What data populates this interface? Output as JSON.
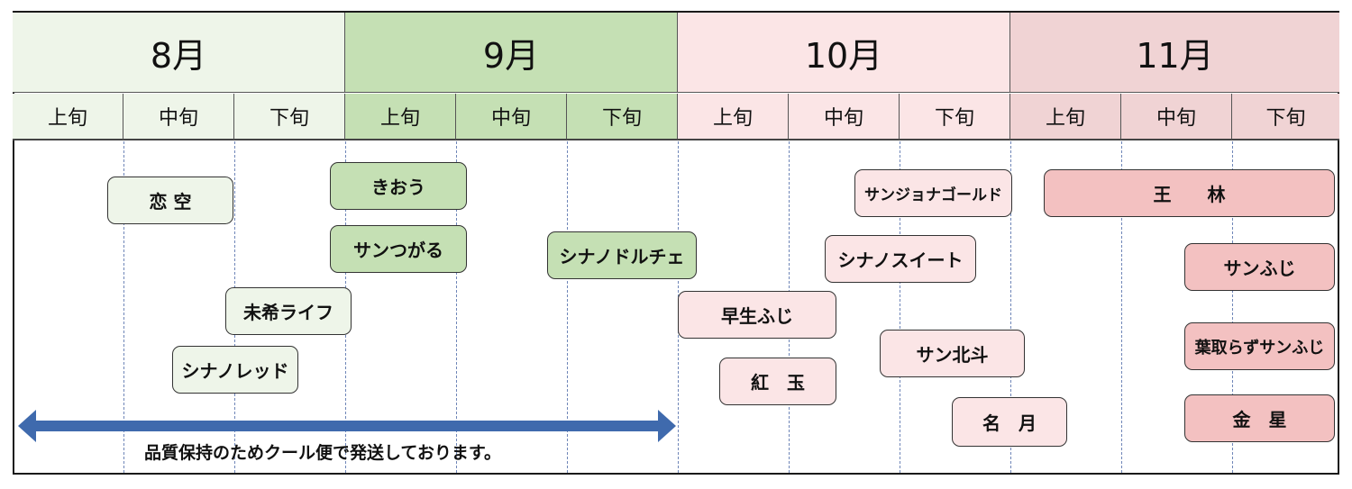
{
  "colors": {
    "aug_header": "#eef5e9",
    "sep_header": "#c5e0b4",
    "oct_header": "#fbe5e6",
    "nov_header": "#f0d3d4",
    "arrow": "#3f6aad"
  },
  "months": [
    "8月",
    "9月",
    "10月",
    "11月"
  ],
  "periods": [
    "上旬",
    "中旬",
    "下旬",
    "上旬",
    "中旬",
    "下旬",
    "上旬",
    "中旬",
    "下旬",
    "上旬",
    "中旬",
    "下旬"
  ],
  "varieties": {
    "koizora": "恋 空",
    "kiou": "きおう",
    "santsugaru": "サンつがる",
    "mikiraifu": "未希ライフ",
    "shinanored": "シナノレッド",
    "shinanodolce": "シナノドルチェ",
    "wasefuji": "早生ふじ",
    "kougyoku": "紅　玉",
    "sanjonagold": "サンジョナゴールド",
    "shinanosweet": "シナノスイート",
    "sanhokuto": "サン北斗",
    "meigetsu": "名　月",
    "ourin": "王　　林",
    "sanfuji": "サンふじ",
    "hatorazu": "葉取らずサンふじ",
    "kinsei": "金　星"
  },
  "note": "品質保持のためクール便で発送しております。"
}
